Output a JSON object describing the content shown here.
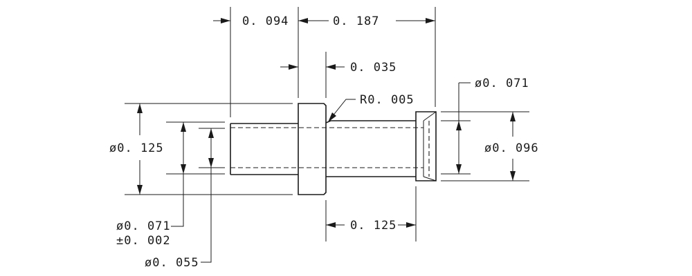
{
  "dimensions": {
    "len_left": "0. 094",
    "len_right": "0. 187",
    "flange_thickness": "0. 035",
    "fillet_radius": "R0. 005",
    "dia_head_inner": "ø0. 071",
    "dia_flange": "ø0. 125",
    "dia_head": "ø0. 096",
    "dia_bore": "ø0. 071",
    "dia_bore_tol": "±0. 002",
    "dia_shank": "ø0. 055",
    "shank_length": "0. 125"
  }
}
